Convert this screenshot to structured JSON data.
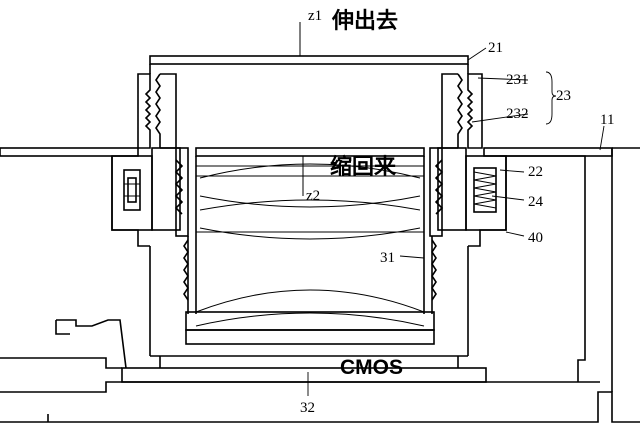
{
  "labels": {
    "z1": "z1",
    "z2": "z2",
    "extend": "伸出去",
    "retract": "缩回来",
    "sensor": "CMOS",
    "ref_21": "21",
    "ref_231": "231",
    "ref_232": "232",
    "ref_23": "23",
    "ref_11": "11",
    "ref_22": "22",
    "ref_24": "24",
    "ref_40": "40",
    "ref_31": "31",
    "ref_32": "32"
  }
}
